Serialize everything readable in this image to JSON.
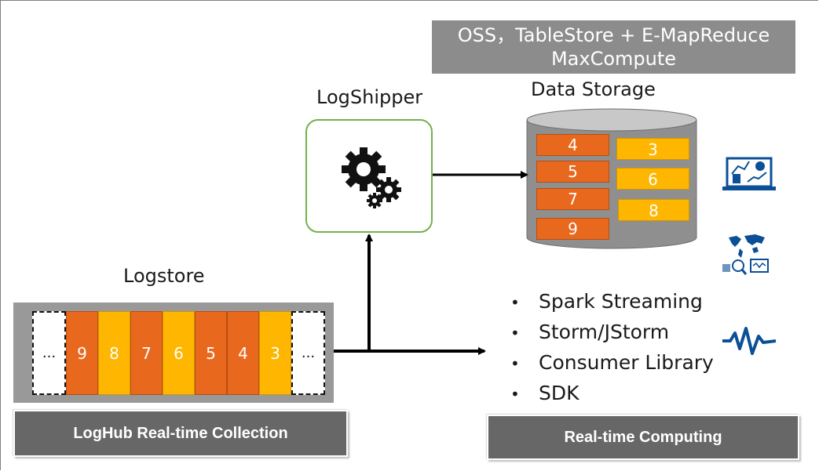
{
  "diagram": {
    "storage_banner": {
      "line1": "OSS，TableStore + E-MapReduce",
      "line2": "MaxCompute"
    },
    "logshipper": {
      "title": "LogShipper",
      "icon": "gears-icon"
    },
    "data_storage": {
      "title": "Data Storage",
      "left_column": [
        "4",
        "5",
        "7",
        "9"
      ],
      "right_column": [
        "3",
        "6",
        "8"
      ]
    },
    "logstore": {
      "title": "Logstore",
      "ellipsis": "...",
      "cells": [
        {
          "label": "9",
          "color": "orange"
        },
        {
          "label": "8",
          "color": "yellow"
        },
        {
          "label": "7",
          "color": "orange"
        },
        {
          "label": "6",
          "color": "yellow"
        },
        {
          "label": "5",
          "color": "orange"
        },
        {
          "label": "4",
          "color": "orange"
        },
        {
          "label": "3",
          "color": "yellow"
        }
      ]
    },
    "computing": {
      "bullets": [
        "Spark Streaming",
        "Storm/JStorm",
        "Consumer Library",
        "SDK"
      ],
      "bullet_glyph": "•"
    },
    "side_icons": [
      "analytics-laptop-icon",
      "world-data-icon",
      "pulse-wave-icon"
    ],
    "bottom_labels": {
      "left": "LogHub Real-time Collection",
      "right": "Real-time Computing"
    },
    "colors": {
      "orange": "#e8681e",
      "yellow": "#ffb600",
      "gray_banner": "#8c8c8c",
      "dark_label": "#676767",
      "green_border": "#71b24a",
      "icon_blue": "#0b4f96"
    }
  }
}
